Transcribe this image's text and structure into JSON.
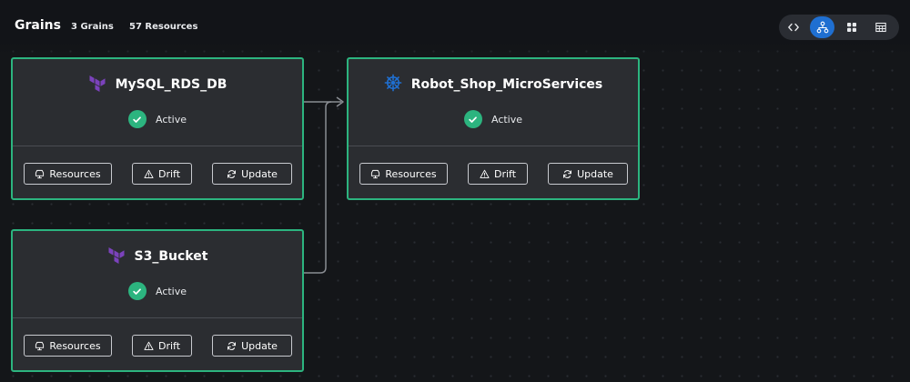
{
  "header": {
    "title": "Grains",
    "grains_count": "3 Grains",
    "resources_count": "57 Resources"
  },
  "view_toggle": {
    "options": [
      "code-view",
      "graph-view",
      "grid-view",
      "table-view"
    ],
    "active": "graph-view"
  },
  "colors": {
    "accent": "#1f6fd1",
    "active_border": "#2cb47f",
    "status_active": "#2cb47f",
    "terraform": "#7b42bc",
    "helm": "#1f6fd1"
  },
  "grains": [
    {
      "name": "MySQL_RDS_DB",
      "icon": "terraform-icon",
      "status": "Active",
      "actions": {
        "resources": "Resources",
        "drift": "Drift",
        "update": "Update"
      }
    },
    {
      "name": "Robot_Shop_MicroServices",
      "icon": "helm-icon",
      "status": "Active",
      "actions": {
        "resources": "Resources",
        "drift": "Drift",
        "update": "Update"
      }
    },
    {
      "name": "S3_Bucket",
      "icon": "terraform-icon",
      "status": "Active",
      "actions": {
        "resources": "Resources",
        "drift": "Drift",
        "update": "Update"
      }
    }
  ]
}
